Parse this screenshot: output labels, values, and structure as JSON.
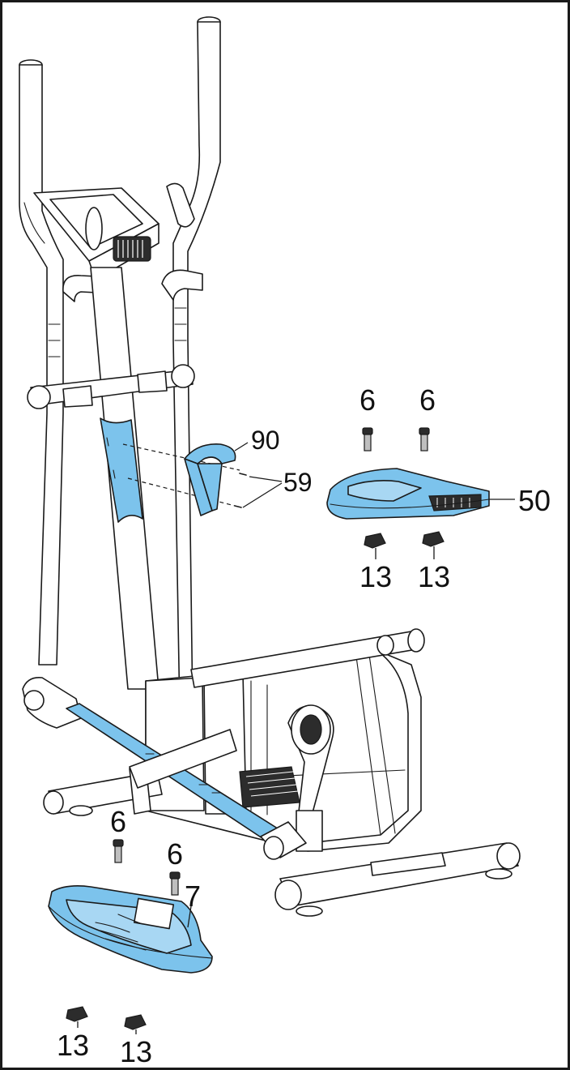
{
  "colors": {
    "highlight": "#7cc3ec",
    "line": "#1a1a1a",
    "background": "#ffffff"
  },
  "callouts": {
    "c_6_a": "6",
    "c_6_b": "6",
    "c_90": "90",
    "c_59": "59",
    "c_50": "50",
    "c_13_a": "13",
    "c_13_b": "13",
    "c_6_c": "6",
    "c_6_d": "6",
    "c_7": "7",
    "c_13_c": "13",
    "c_13_d": "13"
  }
}
